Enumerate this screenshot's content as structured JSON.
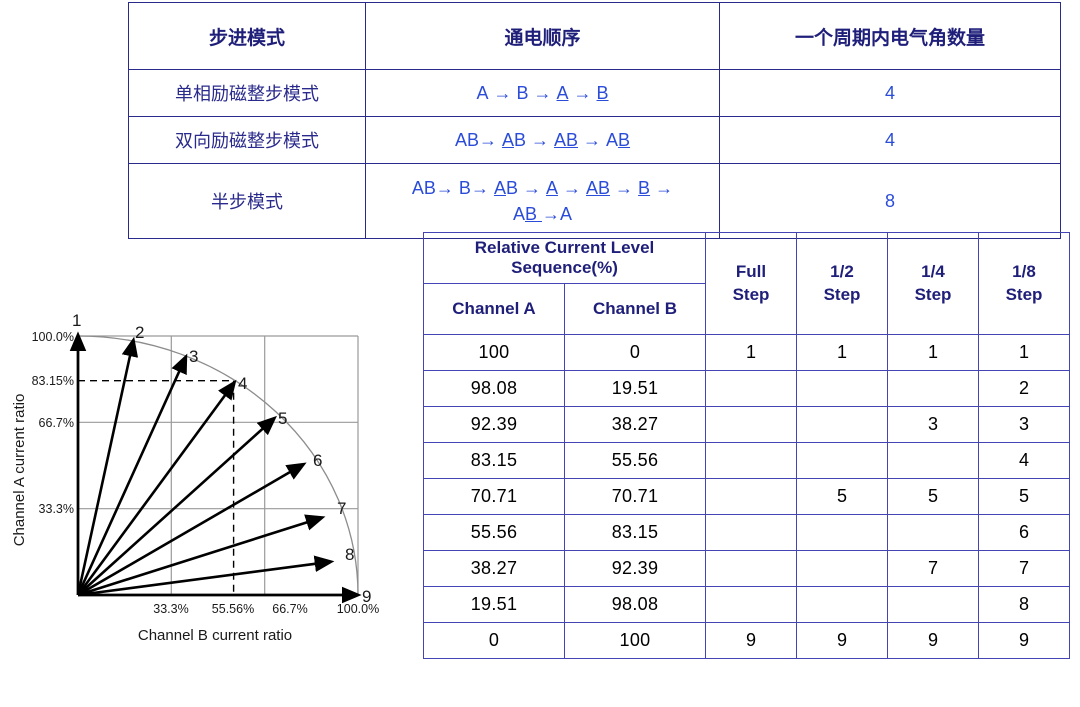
{
  "mode_table": {
    "headers": [
      "步进模式",
      "通电顺序",
      "一个周期内电气角数量"
    ],
    "rows": [
      {
        "mode": "单相励磁整步模式",
        "sequence_plain": "A → B → A → B",
        "count": "4"
      },
      {
        "mode": "双向励磁整步模式",
        "sequence_plain": "AB→ AB → AB → AB",
        "count": "4"
      },
      {
        "mode": "半步模式",
        "sequence_plain": "AB→ B→ AB → A → AB → B → AB →A",
        "count": "8"
      }
    ]
  },
  "figure": {
    "y_axis_title": "Channel A current ratio",
    "x_axis_title": "Channel B current ratio",
    "y_ticks": [
      "100.0%",
      "83.15%",
      "66.7%",
      "33.3%"
    ],
    "x_ticks": [
      "33.3%",
      "55.56%",
      "66.7%",
      "100.0%"
    ],
    "vector_labels": [
      "1",
      "2",
      "3",
      "4",
      "5",
      "6",
      "7",
      "8",
      "9"
    ],
    "arc_color": "#808080",
    "grid_color": "#9a9a9a",
    "vector_color": "#000000"
  },
  "chart_data": {
    "type": "scatter",
    "title": "",
    "xlabel": "Channel B current ratio",
    "ylabel": "Channel A current ratio",
    "xlim": [
      0,
      100
    ],
    "ylim": [
      0,
      100
    ],
    "grid": true,
    "xticks": [
      33.3,
      55.56,
      66.7,
      100.0
    ],
    "xticklabels": [
      "33.3%",
      "55.56%",
      "66.7%",
      "100.0%"
    ],
    "yticks": [
      33.3,
      66.7,
      83.15,
      100.0
    ],
    "yticklabels": [
      "33.3%",
      "66.7%",
      "83.15%",
      "100.0%"
    ],
    "points": [
      {
        "label": "1",
        "x": 0,
        "y": 100.0
      },
      {
        "label": "2",
        "x": 19.51,
        "y": 98.08
      },
      {
        "label": "3",
        "x": 38.27,
        "y": 92.39
      },
      {
        "label": "4",
        "x": 55.56,
        "y": 83.15
      },
      {
        "label": "5",
        "x": 70.71,
        "y": 70.71
      },
      {
        "label": "6",
        "x": 83.15,
        "y": 55.56
      },
      {
        "label": "7",
        "x": 92.39,
        "y": 38.27
      },
      {
        "label": "8",
        "x": 98.08,
        "y": 19.51
      },
      {
        "label": "9",
        "x": 100.0,
        "y": 0
      }
    ],
    "annotations": [
      "unit circle arc",
      "dashed guide lines at x=55.56% and y=83.15%"
    ]
  },
  "seq_table": {
    "group_header": "Relative Current Level Sequence(%)",
    "sub_headers": [
      "Channel A",
      "Channel B"
    ],
    "step_headers": [
      "Full Step",
      "1/2 Step",
      "1/4 Step",
      "1/8 Step"
    ],
    "step_headers_split": [
      {
        "top": "Full",
        "bottom": "Step"
      },
      {
        "top": "1/2",
        "bottom": "Step"
      },
      {
        "top": "1/4",
        "bottom": "Step"
      },
      {
        "top": "1/8",
        "bottom": "Step"
      }
    ],
    "rows": [
      {
        "a": "100",
        "b": "0",
        "full": "1",
        "half": "1",
        "quarter": "1",
        "eighth": "1"
      },
      {
        "a": "98.08",
        "b": "19.51",
        "full": "",
        "half": "",
        "quarter": "",
        "eighth": "2"
      },
      {
        "a": "92.39",
        "b": "38.27",
        "full": "",
        "half": "",
        "quarter": "3",
        "eighth": "3"
      },
      {
        "a": "83.15",
        "b": "55.56",
        "full": "",
        "half": "",
        "quarter": "",
        "eighth": "4"
      },
      {
        "a": "70.71",
        "b": "70.71",
        "full": "",
        "half": "5",
        "quarter": "5",
        "eighth": "5"
      },
      {
        "a": "55.56",
        "b": "83.15",
        "full": "",
        "half": "",
        "quarter": "",
        "eighth": "6"
      },
      {
        "a": "38.27",
        "b": "92.39",
        "full": "",
        "half": "",
        "quarter": "7",
        "eighth": "7"
      },
      {
        "a": "19.51",
        "b": "98.08",
        "full": "",
        "half": "",
        "quarter": "",
        "eighth": "8"
      },
      {
        "a": "0",
        "b": "100",
        "full": "9",
        "half": "9",
        "quarter": "9",
        "eighth": "9"
      }
    ]
  },
  "colors": {
    "table_border": "#4444b4",
    "header_text": "#1f1f7a",
    "sequence_text": "#2b4cd8",
    "mode_text": "#2a2a8c"
  }
}
